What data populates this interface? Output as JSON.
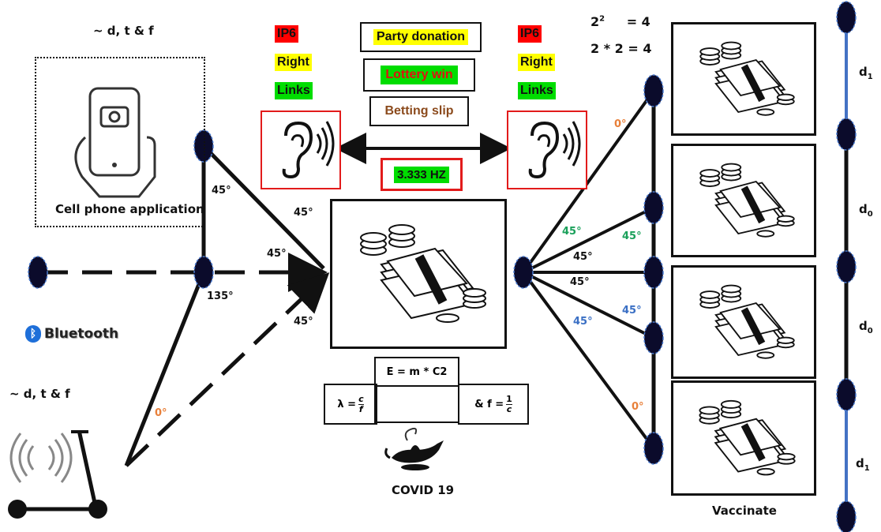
{
  "colors": {
    "red_tag": "#ff0000",
    "yellow_tag": "#ffff00",
    "green_tag": "#00dd00",
    "angle_orange": "#e8803a",
    "angle_green": "#1aa05a",
    "angle_blue": "#3a6fc4",
    "distance_line_blue": "#4472c4",
    "node_fill": "#0b0b2b"
  },
  "texts": {
    "dtf_top": "~ d, t & f",
    "dtf_bottom": "~ d, t & f",
    "cell_app": "Cell phone application",
    "bluetooth": "Bluetooth",
    "covid": "COVID 19",
    "vaccinate": "Vaccinate",
    "hz": "3.333 HZ",
    "pow_a": "2",
    "pow_b": "2",
    "pow_c": "= 4",
    "mult": "2 * 2 = 4"
  },
  "tags_left": [
    "IP6",
    "Right",
    "Links"
  ],
  "tags_right": [
    "IP6",
    "Right",
    "Links"
  ],
  "center_tags": [
    "Party donation",
    "Lottery win",
    "Betting slip"
  ],
  "angles_left": [
    "45°",
    "45°",
    "45°",
    "135°",
    "45°",
    "0°"
  ],
  "angles_right": [
    "0°",
    "45°",
    "45°",
    "45°",
    "45°",
    "45°",
    "45°",
    "0°"
  ],
  "formulas": {
    "energy": "E = m * C2",
    "lambda_prefix": "λ =",
    "lambda_num": "c",
    "lambda_den": "f",
    "freq_prefix": "& f =",
    "freq_num": "1",
    "freq_den": "c"
  },
  "distances": {
    "d1_top": "d",
    "d1_top_sub": "1",
    "d0_mid1": "d",
    "d0_mid1_sub": "0",
    "d0_mid2": "d",
    "d0_mid2_sub": "0",
    "d1_bottom": "d",
    "d1_bottom_sub": "1"
  },
  "icons": [
    "cell-phone-camera-icon",
    "ear-sound-icon",
    "money-stack-icon",
    "genie-lamp-icon",
    "e-scooter-icon",
    "bluetooth-icon",
    "wireless-signal-icon"
  ]
}
